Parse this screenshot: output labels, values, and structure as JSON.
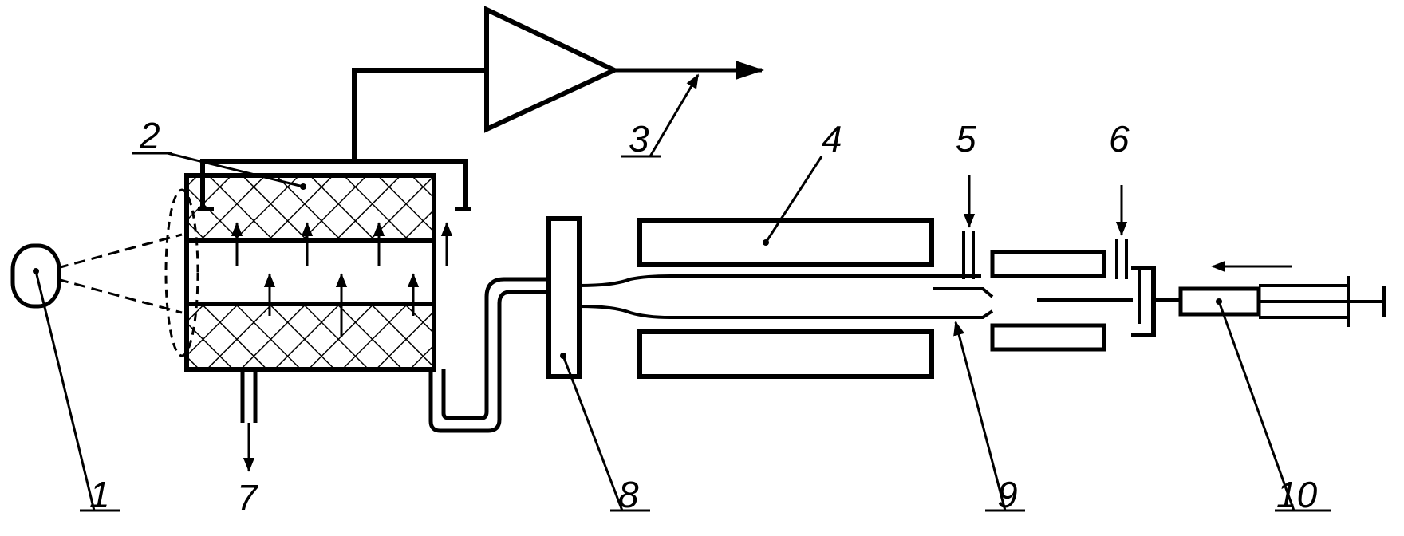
{
  "labels": {
    "l1": "1",
    "l2": "2",
    "l3": "3",
    "l4": "4",
    "l5": "5",
    "l6": "6",
    "l7": "7",
    "l8": "8",
    "l9": "9",
    "l10": "10"
  },
  "colors": {
    "ink": "#000000",
    "background": "#ffffff"
  }
}
